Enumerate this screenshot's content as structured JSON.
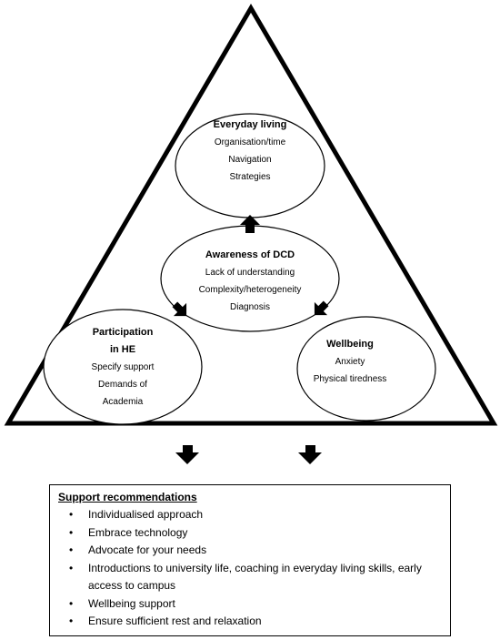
{
  "diagram": {
    "everyday_living": {
      "title": "Everyday living",
      "items": [
        "Organisation/time",
        "Navigation",
        "Strategies"
      ]
    },
    "awareness": {
      "title": "Awareness of DCD",
      "items": [
        "Lack of understanding",
        "Complexity/heterogeneity",
        "Diagnosis"
      ]
    },
    "participation": {
      "title_line1": "Participation",
      "title_line2": "in HE",
      "items": [
        "Specify support",
        "Demands of",
        "Academia"
      ]
    },
    "wellbeing": {
      "title": "Wellbeing",
      "items": [
        "Anxiety",
        "Physical tiredness"
      ]
    }
  },
  "support": {
    "title": "Support recommendations",
    "items": [
      "Individualised approach",
      "Embrace technology",
      "Advocate for your needs",
      "Introductions to university life, coaching in everyday living skills, early access to campus",
      "Wellbeing support",
      "Ensure sufficient rest and relaxation"
    ]
  },
  "colors": {
    "stroke": "#000000",
    "fill": "#ffffff",
    "arrow": "#000000"
  }
}
